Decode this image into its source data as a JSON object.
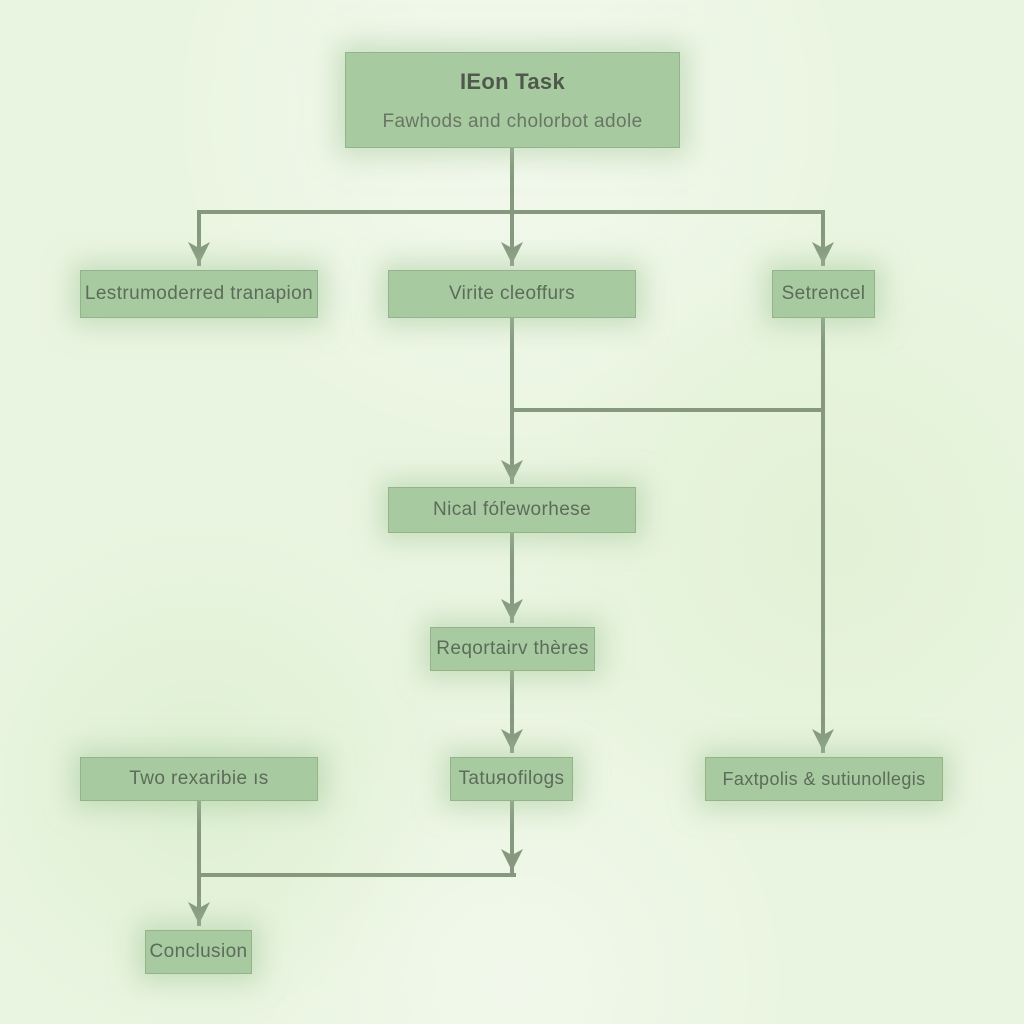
{
  "diagram": {
    "type": "flowchart",
    "colors": {
      "background": "#eaf5e1",
      "node_fill": "#a8caa0",
      "node_border": "#94b38b",
      "connector": "#86997f",
      "text": "#5d6b5a",
      "title_text": "#4e594c"
    },
    "root": {
      "title": "IEon Task",
      "subtitle": "Fawhods and cholorbot adole"
    },
    "nodes": {
      "branch_left": {
        "label": "Lestrumoderred tranapion"
      },
      "branch_center": {
        "label": "Virite cleoffurs"
      },
      "branch_right": {
        "label": "Setrencel"
      },
      "step_1": {
        "label": "Nical fóľeworhese"
      },
      "step_2": {
        "label": "Reqortairv thères"
      },
      "result_left": {
        "label": "Two rexaribie ıs"
      },
      "result_center": {
        "label": "Tatuяofilogs"
      },
      "result_right": {
        "label": "Faxtpolis & sutiunollegis"
      },
      "conclusion": {
        "label": "Conclusion"
      }
    },
    "edges": [
      "root -> branch_left",
      "root -> branch_center",
      "root -> branch_right",
      "branch_center -> step_1",
      "branch_right -> step_1 (joins vertical via horizontal tee)",
      "branch_right -> result_right",
      "step_1 -> step_2",
      "step_2 -> result_center",
      "result_center -> junction",
      "result_left -> conclusion"
    ]
  }
}
